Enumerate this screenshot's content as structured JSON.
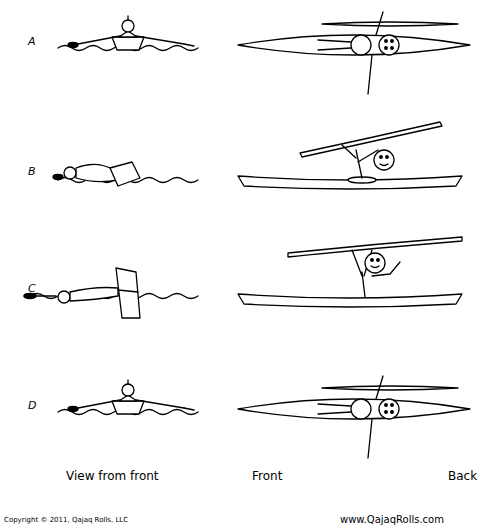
{
  "diagram": {
    "labels": [
      "A",
      "B",
      "C",
      "D",
      "View from front",
      "Front",
      "Back",
      "Copyright © 2011, Qajaq Rolls, LLC",
      "www.QajaqRolls.com"
    ]
  }
}
